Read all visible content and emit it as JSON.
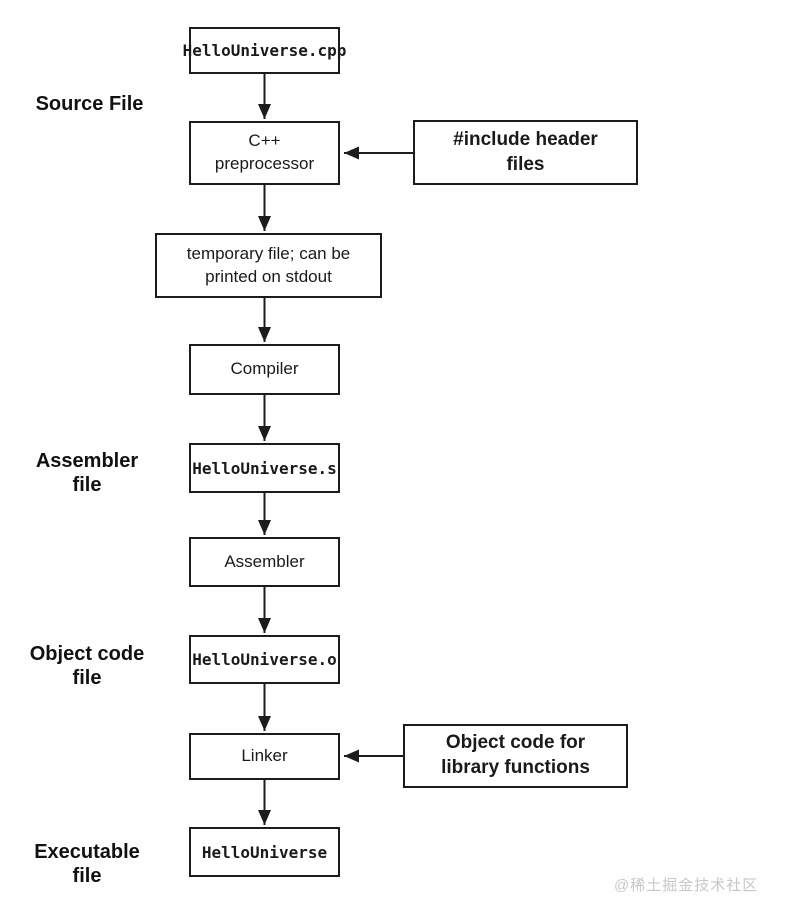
{
  "diagram": {
    "description": "C++ compilation pipeline flowchart",
    "flow_boxes": {
      "source_file": "HelloUniverse.cpp",
      "preprocessor": "C++\npreprocessor",
      "temp_file": "temporary file; can be\nprinted on stdout",
      "compiler": "Compiler",
      "assembly_file": "HelloUniverse.s",
      "assembler": "Assembler",
      "object_file": "HelloUniverse.o",
      "linker": "Linker",
      "executable": "HelloUniverse"
    },
    "input_boxes": {
      "include_headers": "#include header\nfiles",
      "library_objects": "Object code for\nlibrary functions"
    },
    "side_labels": {
      "source_file": "Source File",
      "assembler_file": "Assembler\nfile",
      "object_code_file": "Object code\nfile",
      "executable_file": "Executable\nfile"
    },
    "watermark": "@稀土掘金技术社区",
    "colors": {
      "background": "#fefefe",
      "box_background": "#ffffff",
      "line": "#1c1c1c",
      "text": "#1a1a1a",
      "watermark": "#c8c8c8"
    }
  }
}
